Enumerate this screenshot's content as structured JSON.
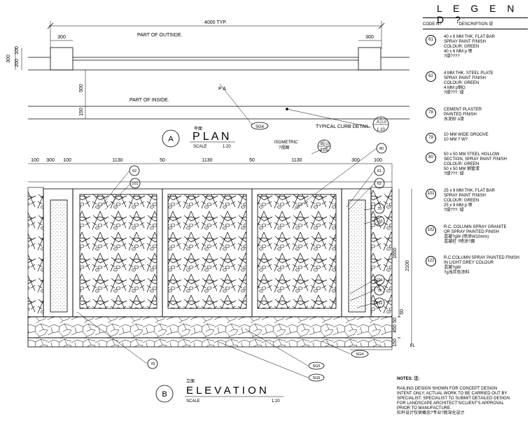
{
  "plan": {
    "dim_total": "4000 TYP.",
    "dim_left": "300",
    "dim_right": "300",
    "dim_300": "300",
    "dim_200": "200",
    "dim_100": "100",
    "dim_500": "500",
    "dim_150": "150",
    "outside_label": "PART OF OUTSIDE.",
    "inside_label": "PART OF INSIDE.",
    "pa_label": "P A",
    "curb_label": "TYPICAL CURB DETAIL",
    "ref_sg4": "SG4",
    "ref_a": "A",
    "ref_l0": "L0",
    "ref_110": "1.10",
    "title_letter": "A",
    "title": "P L A N",
    "title_cjk": "平面",
    "scale_label": "SCALE",
    "scale_value": "1:20",
    "iso_label": "ISOMETRIC",
    "iso_sub": "?视图",
    "ref_b": "B",
    "ref_205": "2.05"
  },
  "elevation": {
    "dims_top": [
      "100",
      "300",
      "100",
      "1130",
      "50",
      "1130",
      "50",
      "1130",
      "300",
      "100"
    ],
    "dim_1650": "1650",
    "dim_2100": "2100",
    "dim_50a": "50",
    "dim_50b": "50",
    "dim_450": "450",
    "dim_150": "150",
    "fl_label": "FL",
    "callouts": [
      "62",
      "101",
      "80",
      "61",
      "62",
      "79",
      "102",
      "101",
      "79",
      "122",
      "78"
    ],
    "refs": [
      "SG4",
      "SG5",
      "SG5"
    ],
    "title_letter": "B",
    "title": "E L E V A T I O N",
    "title_cjk": "立面",
    "scale_label": "SCALE",
    "scale_value": "1:20"
  },
  "legend": {
    "title": "L E G E N D ?",
    "col_code": "CODE N?",
    "col_desc": "DESCRIPTION 说",
    "items": [
      {
        "code": "61",
        "desc": "40 x 6 MM THK. FLAT BAR\nSPRAY PAINT FINISH\nCOLOUR: GREEN\n40 x 6 MM p 喷\n?绿????"
      },
      {
        "code": "62",
        "desc": "4 MM THK. STEEL PLATE\nSPRAY PAINT FINISH\nCOLOUR: GREEN\n4 MM p钢O\n?绿???: 绿"
      },
      {
        "code": "78",
        "desc": "CEMENT PLASTER\nPAINTED FINISH\n水泥砂 o漆"
      },
      {
        "code": "79",
        "desc": "10 MM WIDE GROOVE\n10 MM ? W?"
      },
      {
        "code": "80",
        "desc": "50 x 50 MM STEEL HOLLOW\nSECTION, SPRAY PAINT FINISH\nCOLOUR: GREEN\n50 x 50 MM 钢管漆\n?绿???: 绿"
      },
      {
        "code": "101",
        "desc": "25 x 9 MM THK. FLAT BAR\nSPRAY PAINT FINISH\nCOLOUR: GREEN\n25 x 9 MM p 喷\n?绿???: 绿"
      },
      {
        "code": "102",
        "desc": "R.C. COLUMN SPRAY GRANITE\nOR SPRAY PAINTED FINISH\n混凝?gW (喷涂W10mm)\n混凝柱 ?喷涂?面"
      },
      {
        "code": "122",
        "desc": "R.C.COLUMN SPRAY PAINTED FINISH\nIN LIGHT GREY COLOUR\n混凝?gW\n?g浅灰色涂料"
      }
    ]
  },
  "notes": {
    "title": "NOTES: 注:",
    "text": "RAILING DESIGN SHOWN FOR CONCEPT DESIGN\nINTENT ONLY; ACTUAL WORK TO BE CARRIED OUT BY\nSPECIALIST. SPECIALIST TO SUBMIT DETAILED DESIGN\nFOR LANDSCAPE ARCHITECT'S/CLIENT'S APPROVAL\nPRIOR TO MANUFACTURE.\n栏杆设计仅供概念?专业?商深化设计"
  }
}
